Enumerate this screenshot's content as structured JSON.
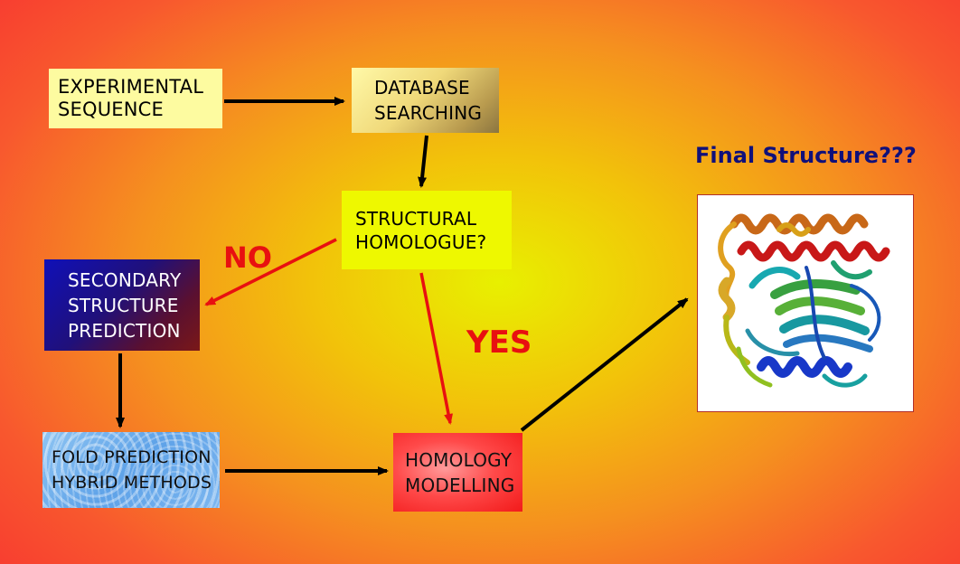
{
  "colors": {
    "arrow_black": "#000000",
    "arrow_red": "#e81010",
    "no_yes_text": "#e81010",
    "final_title": "#10107a"
  },
  "nodes": {
    "experimental_sequence": {
      "line1": "EXPERIMENTAL",
      "line2": "SEQUENCE"
    },
    "database_searching": {
      "line1": "DATABASE",
      "line2": "SEARCHING"
    },
    "structural_homologue": {
      "line1": "STRUCTURAL",
      "line2": "HOMOLOGUE?"
    },
    "secondary_structure": {
      "line1": "SECONDARY",
      "line2": "STRUCTURE",
      "line3": "PREDICTION"
    },
    "fold_prediction": {
      "line1": "FOLD PREDICTION",
      "line2": "HYBRID METHODS"
    },
    "homology_modelling": {
      "line1": "HOMOLOGY",
      "line2": "MODELLING"
    }
  },
  "branch_labels": {
    "no": "NO",
    "yes": "YES"
  },
  "result": {
    "title": "Final Structure???",
    "image": "protein-ribbon-structure"
  }
}
